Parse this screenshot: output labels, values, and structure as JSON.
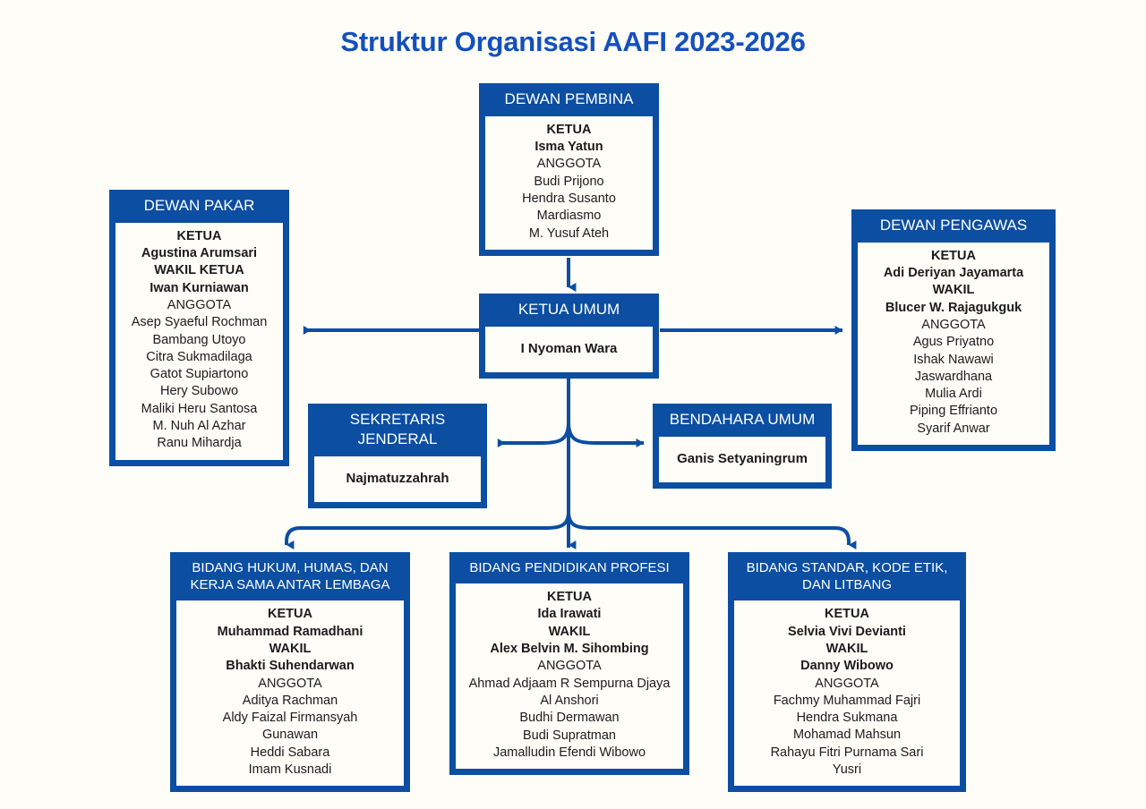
{
  "title": "Struktur Organisasi AAFI 2023-2026",
  "colors": {
    "header_blue": "#0b4ea2",
    "title_blue": "#1450bd",
    "background": "#fffdf7",
    "text": "#1b1b1b",
    "connector": "#0b4ea2"
  },
  "nodes": {
    "dewan_pembina": {
      "header": "DEWAN PEMBINA",
      "lines": [
        {
          "text": "KETUA",
          "bold": true
        },
        {
          "text": "Isma Yatun",
          "bold": true
        },
        {
          "text": "ANGGOTA",
          "bold": false
        },
        {
          "text": "Budi Prijono",
          "bold": false
        },
        {
          "text": "Hendra Susanto",
          "bold": false
        },
        {
          "text": "Mardiasmo",
          "bold": false
        },
        {
          "text": "M. Yusuf Ateh",
          "bold": false
        }
      ]
    },
    "dewan_pakar": {
      "header": "DEWAN PAKAR",
      "lines": [
        {
          "text": "KETUA",
          "bold": true
        },
        {
          "text": "Agustina Arumsari",
          "bold": true
        },
        {
          "text": "WAKIL KETUA",
          "bold": true
        },
        {
          "text": "Iwan Kurniawan",
          "bold": true
        },
        {
          "text": "ANGGOTA",
          "bold": false
        },
        {
          "text": "Asep Syaeful Rochman",
          "bold": false
        },
        {
          "text": "Bambang Utoyo",
          "bold": false
        },
        {
          "text": "Citra Sukmadilaga",
          "bold": false
        },
        {
          "text": "Gatot Supiartono",
          "bold": false
        },
        {
          "text": "Hery Subowo",
          "bold": false
        },
        {
          "text": "Maliki Heru Santosa",
          "bold": false
        },
        {
          "text": "M. Nuh Al Azhar",
          "bold": false
        },
        {
          "text": "Ranu Mihardja",
          "bold": false
        }
      ]
    },
    "dewan_pengawas": {
      "header": "DEWAN PENGAWAS",
      "lines": [
        {
          "text": "KETUA",
          "bold": true
        },
        {
          "text": "Adi Deriyan Jayamarta",
          "bold": true
        },
        {
          "text": "WAKIL",
          "bold": true
        },
        {
          "text": "Blucer W. Rajagukguk",
          "bold": true
        },
        {
          "text": "ANGGOTA",
          "bold": false
        },
        {
          "text": "Agus Priyatno",
          "bold": false
        },
        {
          "text": "Ishak Nawawi",
          "bold": false
        },
        {
          "text": "Jaswardhana",
          "bold": false
        },
        {
          "text": "Mulia Ardi",
          "bold": false
        },
        {
          "text": "Piping Effrianto",
          "bold": false
        },
        {
          "text": "Syarif Anwar",
          "bold": false
        }
      ]
    },
    "ketua_umum": {
      "header": "KETUA UMUM",
      "lines": [
        {
          "text": "I Nyoman Wara",
          "bold": true
        }
      ]
    },
    "sekretaris_jenderal": {
      "header": "SEKRETARIS JENDERAL",
      "lines": [
        {
          "text": "Najmatuzzahrah",
          "bold": true
        }
      ]
    },
    "bendahara_umum": {
      "header": "BENDAHARA UMUM",
      "lines": [
        {
          "text": "Ganis Setyaningrum",
          "bold": true
        }
      ]
    },
    "bidang_hukum": {
      "header": "BIDANG HUKUM, HUMAS, DAN KERJA SAMA ANTAR LEMBAGA",
      "lines": [
        {
          "text": "KETUA",
          "bold": true
        },
        {
          "text": "Muhammad Ramadhani",
          "bold": true
        },
        {
          "text": "WAKIL",
          "bold": true
        },
        {
          "text": "Bhakti Suhendarwan",
          "bold": true
        },
        {
          "text": "ANGGOTA",
          "bold": false
        },
        {
          "text": "Aditya Rachman",
          "bold": false
        },
        {
          "text": "Aldy Faizal Firmansyah",
          "bold": false
        },
        {
          "text": "Gunawan",
          "bold": false
        },
        {
          "text": "Heddi Sabara",
          "bold": false
        },
        {
          "text": "Imam Kusnadi",
          "bold": false
        }
      ]
    },
    "bidang_pendidikan_profesi": {
      "header": "BIDANG PENDIDIKAN PROFESI",
      "lines": [
        {
          "text": "KETUA",
          "bold": true
        },
        {
          "text": "Ida Irawati",
          "bold": true
        },
        {
          "text": "WAKIL",
          "bold": true
        },
        {
          "text": "Alex Belvin M. Sihombing",
          "bold": true
        },
        {
          "text": "ANGGOTA",
          "bold": false
        },
        {
          "text": "Ahmad Adjaam R Sempurna Djaya",
          "bold": false
        },
        {
          "text": "Al Anshori",
          "bold": false
        },
        {
          "text": "Budhi Dermawan",
          "bold": false
        },
        {
          "text": "Budi Supratman",
          "bold": false
        },
        {
          "text": "Jamalludin Efendi Wibowo",
          "bold": false
        }
      ]
    },
    "bidang_standar": {
      "header": "BIDANG STANDAR, KODE ETIK, DAN LITBANG",
      "lines": [
        {
          "text": "KETUA",
          "bold": true
        },
        {
          "text": "Selvia Vivi Devianti",
          "bold": true
        },
        {
          "text": "WAKIL",
          "bold": true
        },
        {
          "text": "Danny Wibowo",
          "bold": true
        },
        {
          "text": "ANGGOTA",
          "bold": false
        },
        {
          "text": "Fachmy Muhammad Fajri",
          "bold": false
        },
        {
          "text": "Hendra Sukmana",
          "bold": false
        },
        {
          "text": "Mohamad Mahsun",
          "bold": false
        },
        {
          "text": "Rahayu Fitri Purnama Sari",
          "bold": false
        },
        {
          "text": "Yusri",
          "bold": false
        }
      ]
    }
  }
}
